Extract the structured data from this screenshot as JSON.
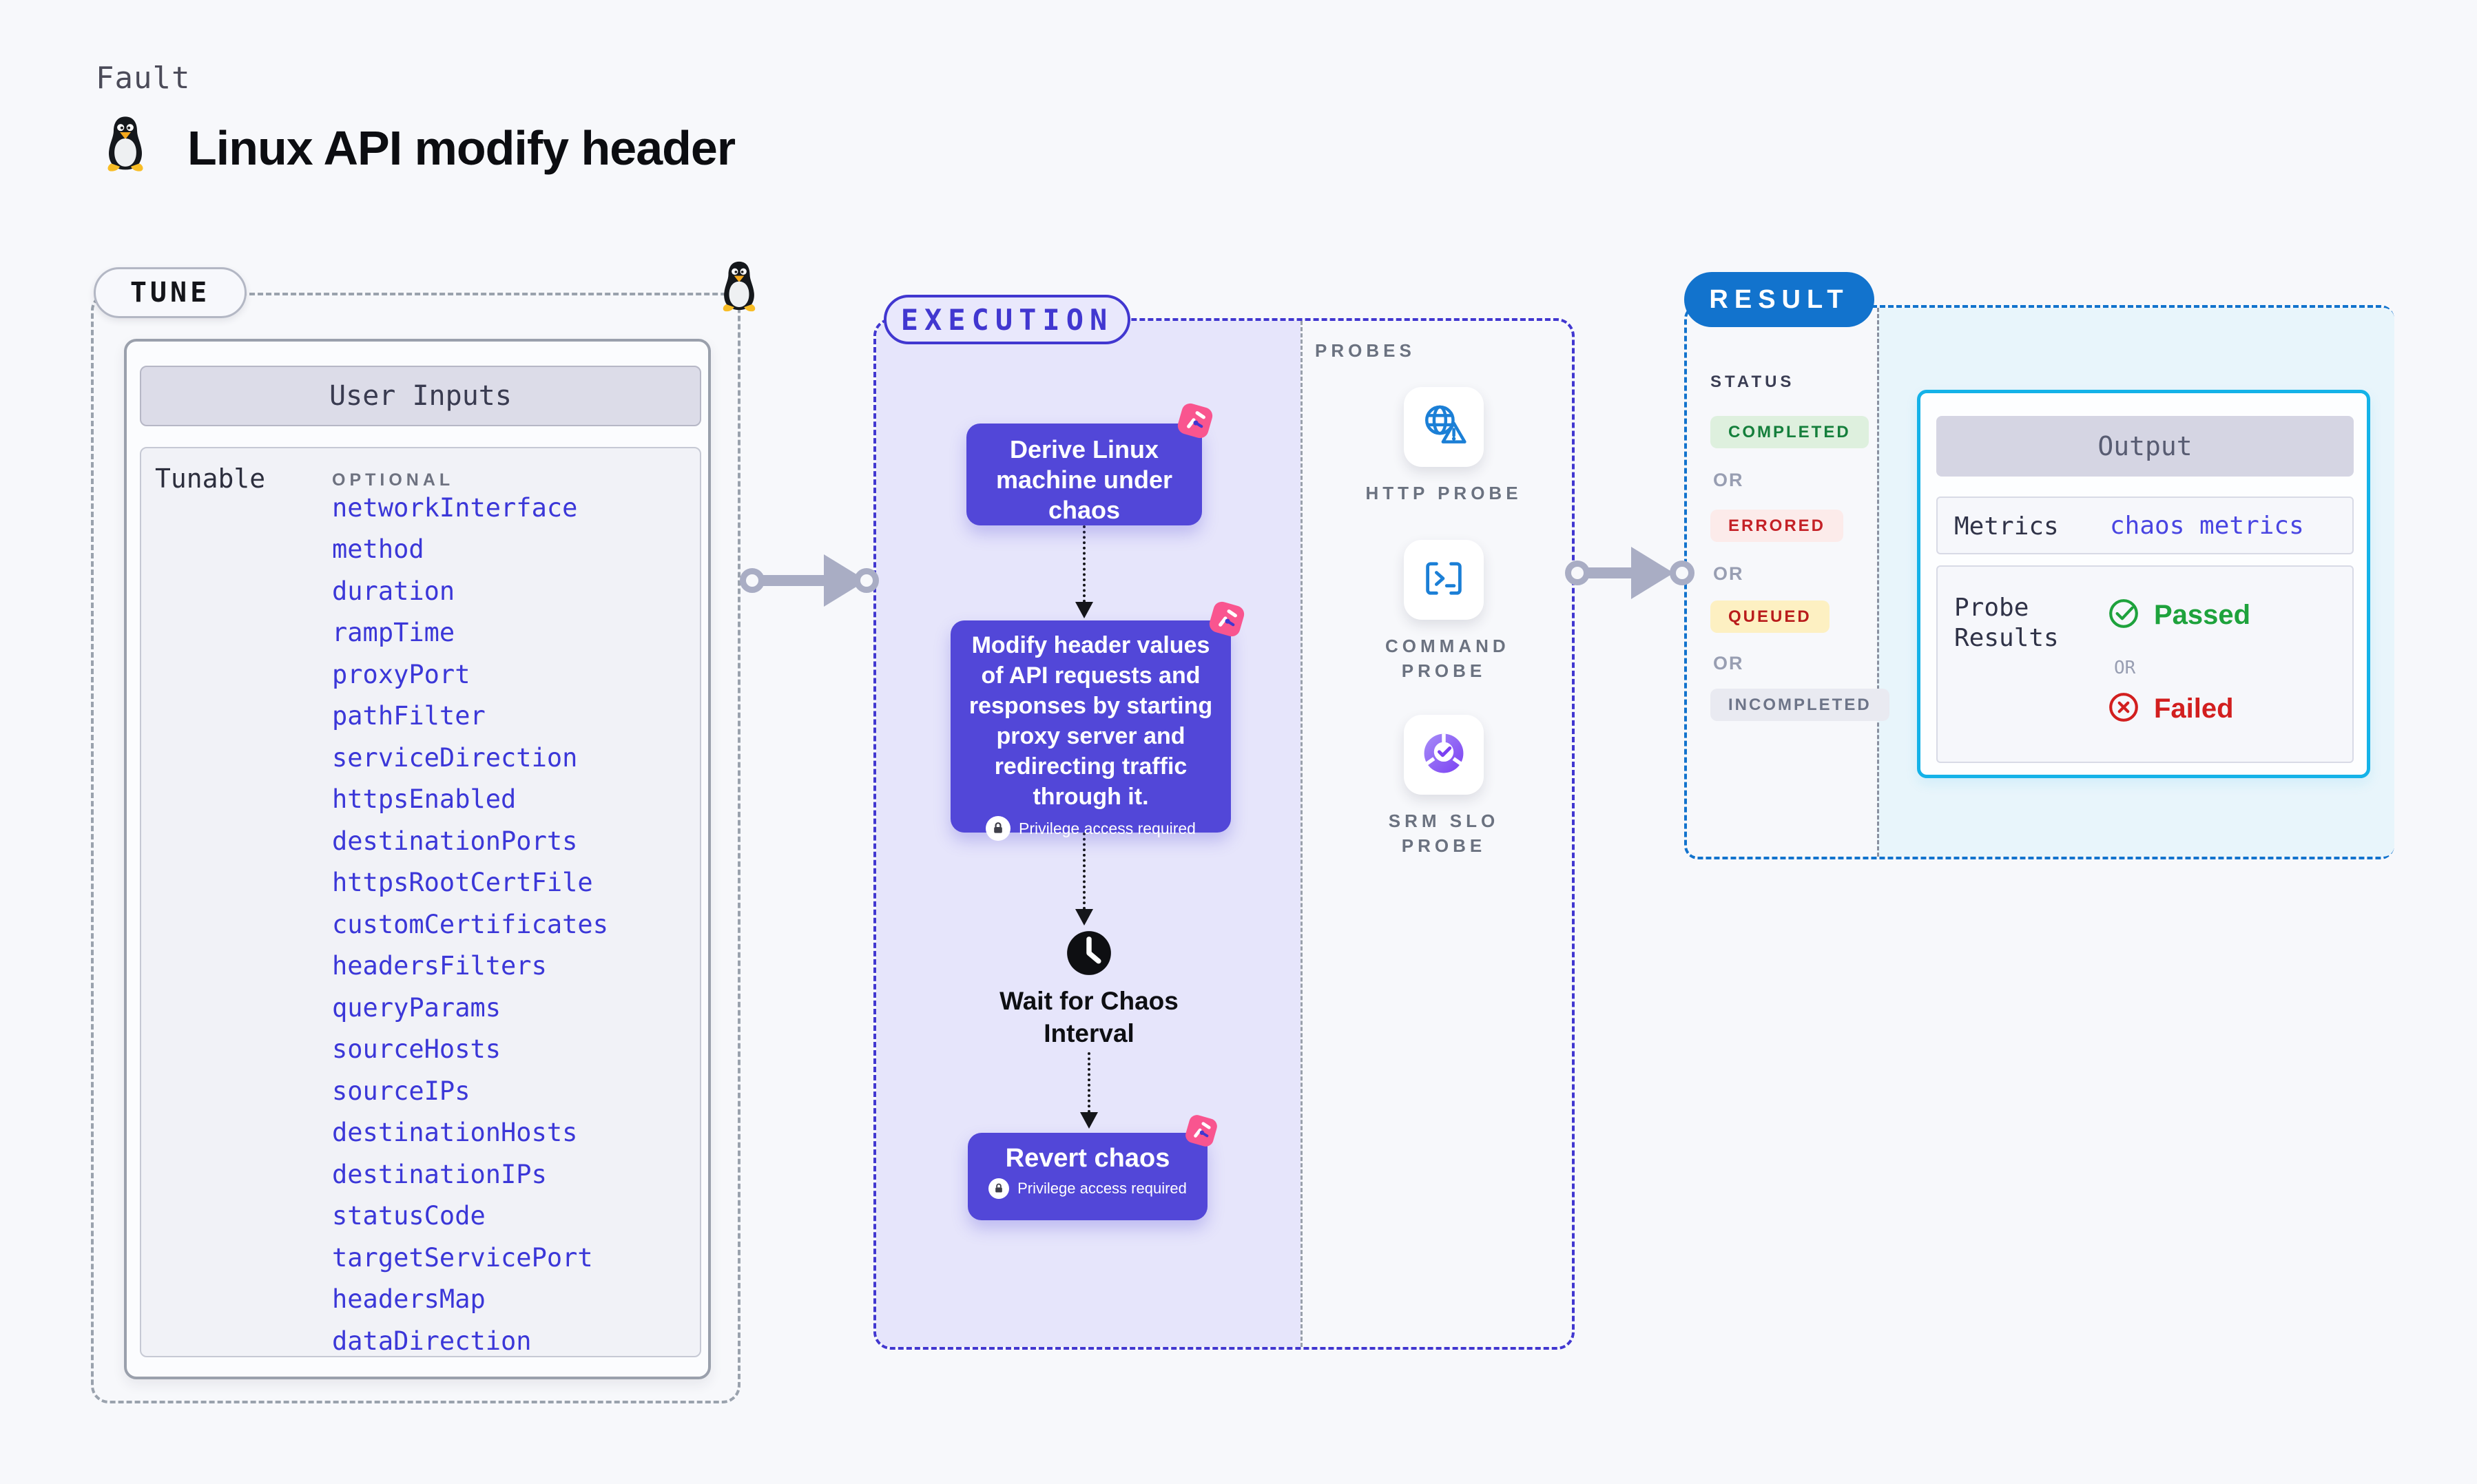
{
  "header": {
    "kicker": "Fault",
    "title": "Linux API modify header"
  },
  "tune": {
    "label": "TUNE",
    "user_inputs_title": "User Inputs",
    "tunable_label": "Tunable",
    "optional_label": "OPTIONAL",
    "tunables": [
      "networkInterface",
      "method",
      "duration",
      "rampTime",
      "proxyPort",
      "pathFilter",
      "serviceDirection",
      "httpsEnabled",
      "destinationPorts",
      "httpsRootCertFile",
      "customCertificates",
      "headersFilters",
      "queryParams",
      "sourceHosts",
      "sourceIPs",
      "destinationHosts",
      "destinationIPs",
      "statusCode",
      "targetServicePort",
      "headersMap",
      "dataDirection"
    ]
  },
  "execution": {
    "label": "EXECUTION",
    "steps": {
      "derive": "Derive Linux machine under chaos",
      "modify": "Modify header values of API requests and responses by starting proxy server and redirecting traffic through it.",
      "privilege_note": "Privilege access required",
      "wait": "Wait for Chaos Interval",
      "revert": "Revert chaos"
    },
    "probes": {
      "title": "PROBES",
      "items": [
        {
          "label": "HTTP PROBE",
          "icon": "globe-alert-icon"
        },
        {
          "label": "COMMAND PROBE",
          "icon": "terminal-icon"
        },
        {
          "label": "SRM SLO PROBE",
          "icon": "slo-donut-check-icon"
        }
      ]
    }
  },
  "result": {
    "label": "RESULT",
    "status": {
      "title": "STATUS",
      "completed": "COMPLETED",
      "errored": "ERRORED",
      "queued": "QUEUED",
      "incompleted": "INCOMPLETED",
      "or_label": "OR"
    },
    "output": {
      "title": "Output",
      "metrics_label": "Metrics",
      "metrics_link": "chaos metrics",
      "probe_results_label": "Probe Results",
      "passed": "Passed",
      "or_label": "OR",
      "failed": "Failed"
    }
  },
  "icons": [
    "tux-penguin-icon",
    "chaos-badge-icon",
    "lock-icon",
    "clock-icon",
    "globe-alert-icon",
    "terminal-icon",
    "slo-donut-check-icon",
    "check-circle-icon",
    "x-circle-icon",
    "arrow-right-icon"
  ],
  "colors": {
    "page_bg": "#f7f8fb",
    "step_purple": "#5247d8",
    "execution_indigo": "#4137d0",
    "execution_fill": "#e6e5fb",
    "result_blue": "#1273cd",
    "output_cyan_border": "#14b2e8",
    "output_cyan_fill": "#e8f5fb",
    "link_blue": "#3b37d8",
    "probe_icon_blue": "#1b7fd6",
    "chaos_pink": "#f9558f",
    "arrow_gray": "#a9adc4",
    "completed_green": "#157f3c",
    "errored_red": "#c42127",
    "queued_yellow_bg": "#fdf0c2",
    "passed_green": "#1ea23c",
    "failed_red": "#d21f1f"
  }
}
